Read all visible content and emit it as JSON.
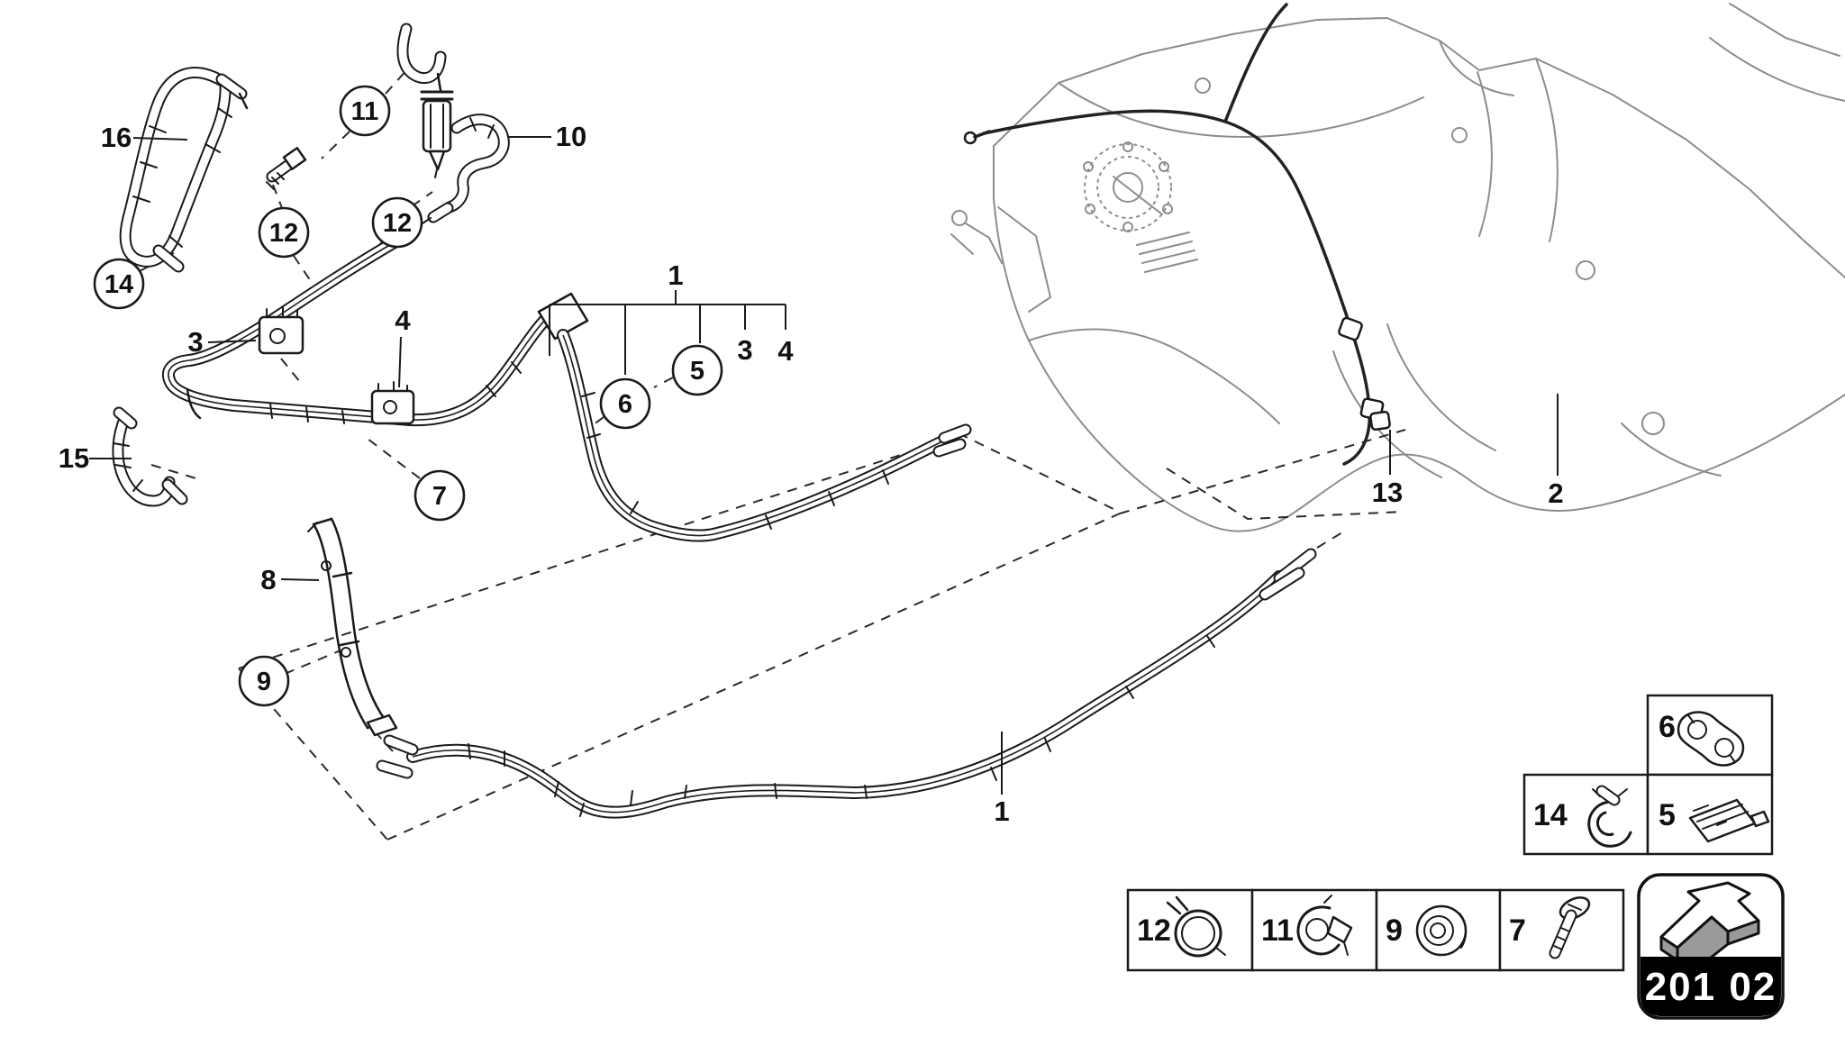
{
  "figure": {
    "type": "parts-diagram",
    "subject": "fuel lines and fuel tank",
    "background": "#ffffff",
    "line_color": "#1a1a1a",
    "tank_line_color": "#8d8d8d"
  },
  "callouts": {
    "n16": "16",
    "c11": "11",
    "n10": "10",
    "c12a": "12",
    "c12b": "12",
    "c14": "14",
    "n3a": "3",
    "n4a": "4",
    "n1_top": "1",
    "n3b": "3",
    "n4b": "4",
    "c5": "5",
    "c6": "6",
    "c7": "7",
    "n15": "15",
    "n8": "8",
    "c9": "9",
    "n1_bottom": "1",
    "n13": "13",
    "n2": "2"
  },
  "legend": {
    "cells": [
      {
        "label": "6",
        "icon": "double-grommet-bracket"
      },
      {
        "label": "14",
        "icon": "spring-clamp"
      },
      {
        "label": "5",
        "icon": "connector-block"
      },
      {
        "label": "12",
        "icon": "hose-clamp-ring"
      },
      {
        "label": "11",
        "icon": "pipe-clip"
      },
      {
        "label": "9",
        "icon": "flanged-nut"
      },
      {
        "label": "7",
        "icon": "countersunk-screw"
      }
    ]
  },
  "badge": {
    "code": "201 02",
    "icon": "back-arrow-3d",
    "band_color": "#000000"
  }
}
